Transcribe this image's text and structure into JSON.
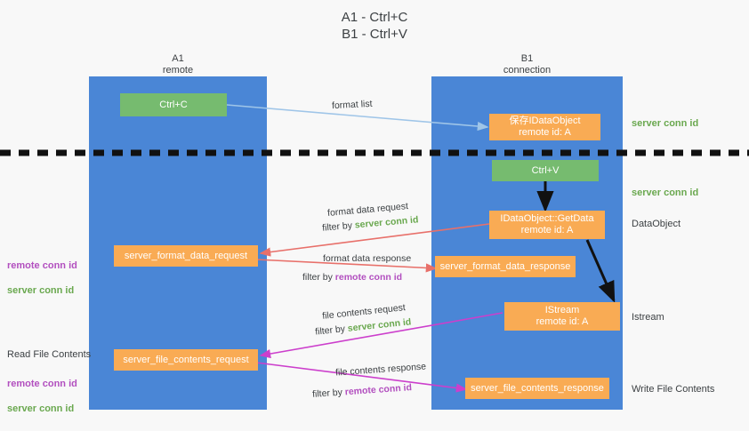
{
  "title": "A1 - Ctrl+C\nB1 - Ctrl+V",
  "columns": [
    {
      "name": "a1",
      "heading": "A1\nremote"
    },
    {
      "name": "b1",
      "heading": "B1\nconnection"
    }
  ],
  "boxes": {
    "ctrl_c": "Ctrl+C",
    "ctrl_v": "Ctrl+V",
    "save_idataobject": "保存IDataObject\nremote id: A",
    "idataobject_getdata": "IDataObject::GetData\nremote id: A",
    "istream": "IStream\nremote id: A",
    "server_format_data_request": "server_format_data_request",
    "server_format_data_response": "server_format_data_response",
    "server_file_contents_request": "server_file_contents_request",
    "server_file_contents_response": "server_file_contents_response"
  },
  "arrows": {
    "format_list": "format list",
    "format_data_request": "format data request",
    "format_data_request_filter_prefix": "filter by ",
    "format_data_request_filter_value": "server conn id",
    "format_data_response": "format data response",
    "format_data_response_filter_prefix": "filter by ",
    "format_data_response_filter_value": "remote conn id",
    "file_contents_request": "file contents request",
    "file_contents_request_filter_prefix": "filter by ",
    "file_contents_request_filter_value": "server conn id",
    "file_contents_response": "file contents response",
    "file_contents_response_filter_prefix": "filter by ",
    "file_contents_response_filter_value": "remote conn id"
  },
  "right_labels": {
    "server_conn_id_top": "server conn id",
    "server_conn_id_mid": "server conn id",
    "dataobject": "DataObject",
    "istream": "Istream",
    "write_file_contents": "Write File Contents"
  },
  "left_labels": {
    "conn_ids_upper_remote": "remote conn id",
    "conn_ids_upper_server": "server conn id",
    "read_file_contents": "Read File Contents",
    "conn_ids_lower_remote": "remote conn id",
    "conn_ids_lower_server": "server conn id"
  },
  "colors": {
    "lane": "#4a86d6",
    "orange": "#f9ab54",
    "green_box": "#76bb6f",
    "green_text": "#6aa84f",
    "purple_text": "#b24fbf",
    "arrow_blue": "#9fc5e8",
    "arrow_red": "#e8706a",
    "arrow_magenta": "#cc3fcc",
    "arrow_dark": "#111111",
    "background": "#f8f8f8"
  }
}
